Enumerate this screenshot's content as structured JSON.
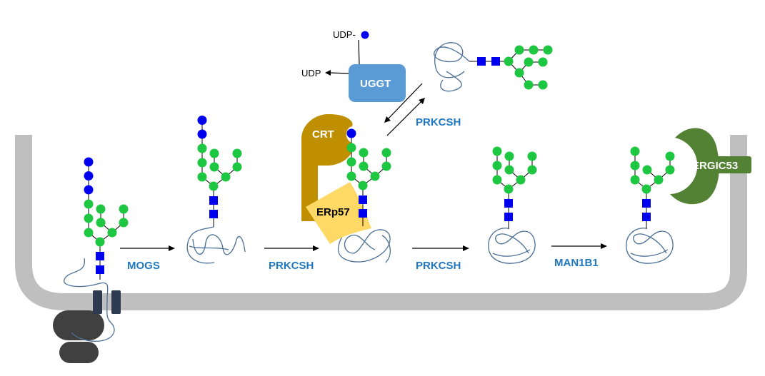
{
  "labels": {
    "mogs": "MOGS",
    "prkcsh_1": "PRKCSH",
    "prkcsh_2": "PRKCSH",
    "prkcsh_cycle": "PRKCSH",
    "man1b1": "MAN1B1",
    "crt": "CRT",
    "erp57": "ERp57",
    "uggt": "UGGT",
    "udp_glc": "UDP-",
    "udp": "UDP",
    "ergic53": "ERGIC53"
  },
  "colors": {
    "membrane": "#bfbfbf",
    "glucose": "#0000ee",
    "mannose": "#1ec742",
    "glcnac": "#0000ee",
    "crt": "#bf8f00",
    "erp57": "#ffd966",
    "uggt": "#5b9bd5",
    "ergic53": "#548235",
    "ribosome": "#404040",
    "translocon": "#2e3a4f",
    "enzyme_label": "#1f78c1"
  },
  "icons": {
    "glucose": "blue-circle",
    "mannose": "green-circle",
    "glcnac": "blue-square"
  }
}
